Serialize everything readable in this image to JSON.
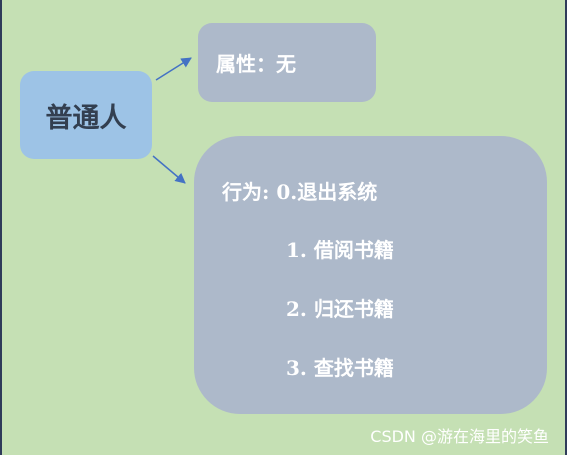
{
  "diagram": {
    "root": {
      "label": "普通人"
    },
    "attribute": {
      "label": "属性：无"
    },
    "behavior": {
      "title": "行为: 0.退出系统",
      "items": [
        "1.  借阅书籍",
        "2.  归还书籍",
        "3.  查找书籍"
      ]
    }
  },
  "watermark": "CSDN @游在海里的笑鱼",
  "colors": {
    "background": "#c5e0b4",
    "root_box": "#9dc3e6",
    "detail_box": "#adb9ca",
    "arrow": "#4472c4"
  }
}
